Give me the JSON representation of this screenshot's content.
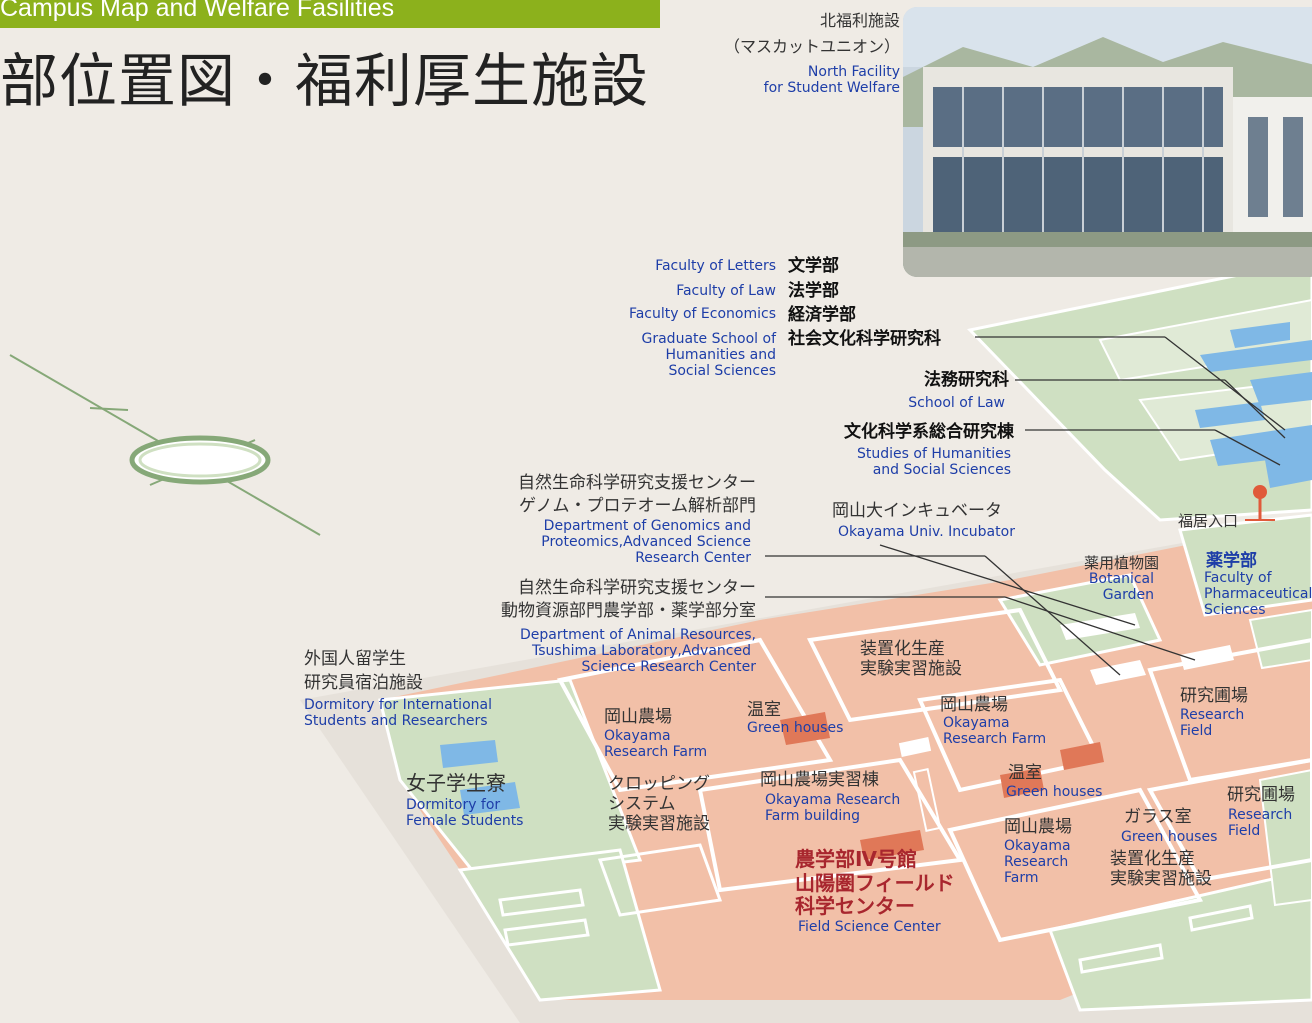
{
  "header": {
    "subtitle": "Campus Map and Welfare Fasilities",
    "title": "部位置図・福利厚生施設"
  },
  "photo": {
    "jp_line1": "北福利施設",
    "jp_line2": "（マスカットユニオン）",
    "en_line1": "North Facility",
    "en_line2": "for Student Welfare"
  },
  "faculties": {
    "letters_en": "Faculty of Letters",
    "letters_jp": "文学部",
    "law_en": "Faculty of Law",
    "law_jp": "法学部",
    "economics_en": "Faculty of Economics",
    "economics_jp": "経済学部",
    "grad_en1": "Graduate School of",
    "grad_en2": "Humanities and",
    "grad_en3": "Social Sciences",
    "grad_jp": "社会文化科学研究科"
  },
  "law_school": {
    "jp": "法務研究科",
    "en": "School of Law"
  },
  "humanities_bldg": {
    "jp": "文化科学系総合研究棟",
    "en1": "Studies of Humanities",
    "en2": "and Social Sciences"
  },
  "genomics": {
    "jp1": "自然生命科学研究支援センター",
    "jp2": "ゲノム・プロテオーム解析部門",
    "en1": "Department of Genomics and",
    "en2": "Proteomics,Advanced Science",
    "en3": "Research Center"
  },
  "animal": {
    "jp1": "自然生命科学研究支援センター",
    "jp2": "動物資源部門農学部・薬学部分室",
    "en1": "Department of Animal Resources,",
    "en2": "Tsushima Laboratory,Advanced",
    "en3": "Science Research Center"
  },
  "incubator": {
    "jp": "岡山大インキュベータ",
    "en": "Okayama Univ. Incubator"
  },
  "entrance": {
    "jp": "福居入口"
  },
  "botanical": {
    "jp": "薬用植物園",
    "en1": "Botanical",
    "en2": "Garden"
  },
  "pharma": {
    "jp": "薬学部",
    "en1": "Faculty of",
    "en2": "Pharmaceutical",
    "en3": "Sciences"
  },
  "dorm_intl": {
    "jp1": "外国人留学生",
    "jp2": "研究員宿泊施設",
    "en1": "Dormitory for International",
    "en2": "Students and Researchers"
  },
  "dorm_female": {
    "jp": "女子学生寮",
    "en1": "Dormitory for",
    "en2": "Female Students"
  },
  "farm1": {
    "jp": "岡山農場",
    "en1": "Okayama",
    "en2": "Research Farm"
  },
  "greenhouse1": {
    "jp": "温室",
    "en": "Green houses"
  },
  "farm_facility1": {
    "jp1": "装置化生産",
    "jp2": "実験実習施設"
  },
  "farm2": {
    "jp": "岡山農場",
    "en1": "Okayama",
    "en2": "Research Farm"
  },
  "research_field1": {
    "jp": "研究圃場",
    "en1": "Research",
    "en2": "Field"
  },
  "cropping": {
    "jp1": "クロッピング",
    "jp2": "システム",
    "jp3": "実験実習施設"
  },
  "farm_bldg": {
    "jp": "岡山農場実習棟",
    "en1": "Okayama Research",
    "en2": "Farm building"
  },
  "greenhouse2": {
    "jp": "温室",
    "en": "Green houses"
  },
  "glasshouse": {
    "jp": "ガラス室",
    "en": "Green houses"
  },
  "research_field2": {
    "jp": "研究圃場",
    "en1": "Research",
    "en2": "Field"
  },
  "farm3": {
    "jp": "岡山農場",
    "en1": "Okayama",
    "en2": "Research",
    "en3": "Farm"
  },
  "farm_facility2": {
    "jp1": "装置化生産",
    "jp2": "実験実習施設"
  },
  "field_center": {
    "jp1": "農学部Ⅳ号館",
    "jp2": "山陽圏フィールド",
    "jp3": "科学センター",
    "en": "Field Science Center"
  },
  "colors": {
    "bg": "#efebe5",
    "header": "#8cb11c",
    "farm": "#f2c0a8",
    "green": "#cfe0c2",
    "building": "#7fb8e6",
    "label_en": "#1e3ea8",
    "label_red": "#a8262e",
    "pin": "#e05a3a"
  },
  "icons": {
    "compass": "compass-icon",
    "pin": "location-pin-icon"
  }
}
